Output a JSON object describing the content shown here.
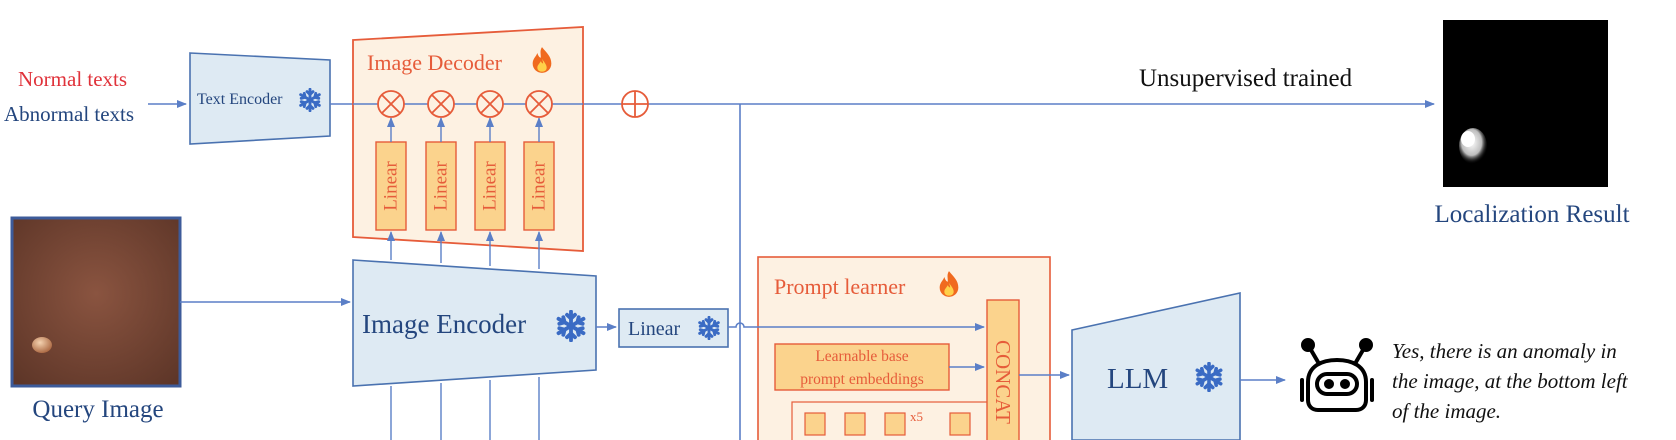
{
  "inputs": {
    "normal_texts": "Normal texts",
    "abnormal_texts": "Abnormal texts",
    "query_image_label": "Query Image"
  },
  "modules": {
    "text_encoder": "Text Encoder",
    "image_decoder": "Image Decoder",
    "linear": "Linear",
    "image_encoder": "Image Encoder",
    "prompt_learner": "Prompt learner",
    "learnable_line1": "Learnable base",
    "learnable_line2": "prompt embeddings",
    "repeat": "x5",
    "concat": "CONCAT",
    "llm": "LLM"
  },
  "outputs": {
    "unsupervised": "Unsupervised trained",
    "localization": "Localization Result",
    "answer_line1": "Yes, there is an anomaly in",
    "answer_line2": "the image, at the bottom left",
    "answer_line3": "of the image."
  },
  "colors": {
    "frozen_fill": "#deeaf3",
    "frozen_stroke": "#4a72b0",
    "trainable_fill": "#fdf1e2",
    "trainable_stroke": "#e65c3a",
    "linear_fill": "#fbd38d",
    "normal_text": "#e0323a",
    "abnormal_text": "#24467e",
    "arrow": "#5b7fc7",
    "fire": "#f06a1f",
    "snowflake": "#3a6bc4"
  },
  "icons": [
    "snowflake-icon",
    "fire-icon",
    "robot-icon",
    "multiply-icon",
    "add-icon"
  ]
}
